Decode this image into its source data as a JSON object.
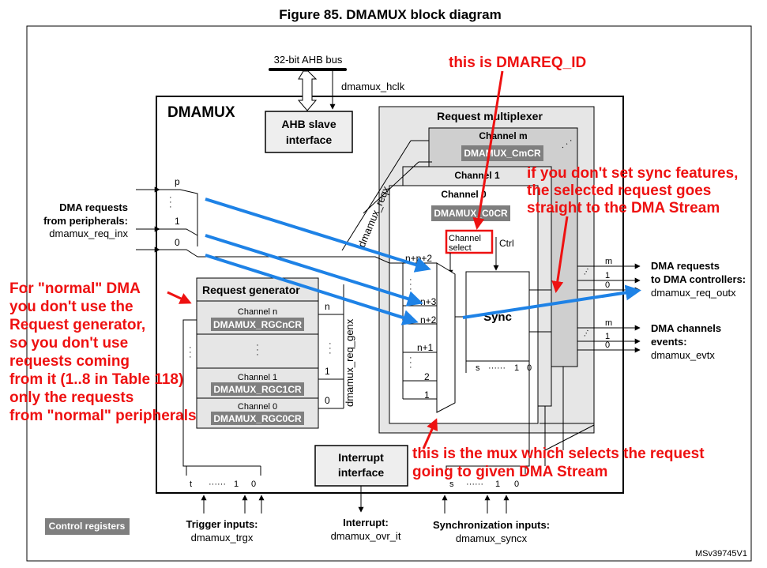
{
  "figure_title": "Figure 85. DMAMUX block diagram",
  "ahb_bus": "32-bit AHB bus",
  "hclk": "dmamux_hclk",
  "dmamux_title": "DMAMUX",
  "ahb_slave": [
    "AHB slave",
    "interface"
  ],
  "request_multiplexer": "Request multiplexer",
  "channel_m": "Channel m",
  "reg_cmcr": "DMAMUX_CmCR",
  "channel_1": "Channel 1",
  "channel_0": "Channel 0",
  "reg_c0cr": "DMAMUX_C0CR",
  "channel_select": [
    "Channel",
    "select"
  ],
  "ctrl": "Ctrl",
  "sync": "Sync",
  "dma_requests_in": [
    "DMA requests",
    "from peripherals:",
    "dmamux_req_inx"
  ],
  "input_labels": [
    "p",
    "1",
    "0"
  ],
  "request_generator": "Request generator",
  "gen_channels": [
    {
      "name": "Channel n",
      "reg": "DMAMUX_RGCnCR"
    },
    {
      "name": "Channel 1",
      "reg": "DMAMUX_RGC1CR"
    },
    {
      "name": "Channel 0",
      "reg": "DMAMUX_RGC0CR"
    }
  ],
  "gen_out_labels": [
    "n",
    "1",
    "0"
  ],
  "dmamux_req_genx": "dmamux_req_genx",
  "dmamux_reqx": "dmamux_reqx",
  "mux_inputs": [
    "n+p+2",
    "n+3",
    "n+2",
    "n+1",
    "2",
    "1"
  ],
  "sync_inputs_row": [
    "s",
    "1",
    "0"
  ],
  "dma_requests_out": [
    "DMA requests",
    "to DMA controllers:",
    "dmamux_req_outx"
  ],
  "dma_events_out": [
    "DMA channels",
    "events:",
    "dmamux_evtx"
  ],
  "out_labels": [
    "m",
    "1",
    "0"
  ],
  "interrupt_interface": [
    "Interrupt",
    "interface"
  ],
  "trigger_row": [
    "t",
    "1",
    "0"
  ],
  "trigger_inputs": [
    "Trigger inputs:",
    "dmamux_trgx"
  ],
  "interrupt": [
    "Interrupt:",
    "dmamux_ovr_it"
  ],
  "sync_inputs": [
    "Synchronization inputs:",
    "dmamux_syncx"
  ],
  "control_registers": "Control registers",
  "ref": "MSv39745V1",
  "annotations": {
    "dmareq_id": "this is DMAREQ_ID",
    "sync_note": [
      "if you don't set sync features,",
      "the selected request goes",
      "straight to the DMA Stream"
    ],
    "normal_note": [
      "For \"normal\" DMA",
      "you don't use the",
      "Request generator,",
      "so you don't use",
      "requests coming",
      "from it (1..8 in Table 118)",
      "only the requests",
      "from \"normal\" peripherals"
    ],
    "mux_note": [
      "this is the mux which selects the request",
      "going to given DMA Stream"
    ]
  },
  "colors": {
    "annotation_red": "#ee1111",
    "arrow_blue": "#1e82e6",
    "register_gray": "#7f7f7f",
    "panel_gray": "#e6e6e6"
  }
}
